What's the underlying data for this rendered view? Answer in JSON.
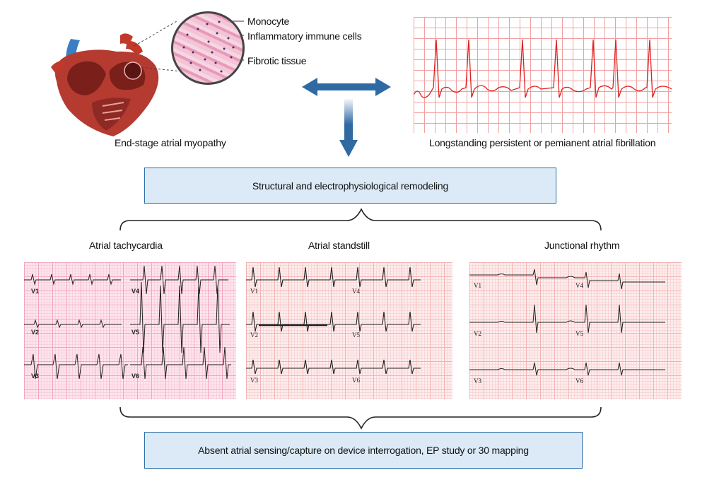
{
  "top": {
    "myopathy_caption": "End-stage atrial myopathy",
    "af_caption": "Longstanding persistent or pemianent atrial fibrillation",
    "tissue_labels": [
      "Monocyte",
      "Inflammatory immune cells",
      "Fibrotic tissue"
    ]
  },
  "remodeling_box": "Structural and electrophysiological remodeling",
  "rhythms": [
    {
      "title": "Atrial tachycardia",
      "leads": [
        "V1",
        "V4",
        "V2",
        "V5",
        "V3",
        "V6"
      ]
    },
    {
      "title": "Atrial standstill",
      "leads": [
        "V1",
        "V4",
        "V2",
        "V5",
        "V3",
        "V6"
      ]
    },
    {
      "title": "Junctional rhythm",
      "leads": [
        "V1",
        "V4",
        "V2",
        "V5",
        "V3",
        "V6"
      ]
    }
  ],
  "bottom_box": "Absent atrial sensing/capture on device interrogation, EP study or 30 mapping",
  "colors": {
    "box_fill": "#dbeaf6",
    "box_border": "#2b6ea8",
    "arrow": "#2f6aa3",
    "af_trace": "#e02020"
  }
}
